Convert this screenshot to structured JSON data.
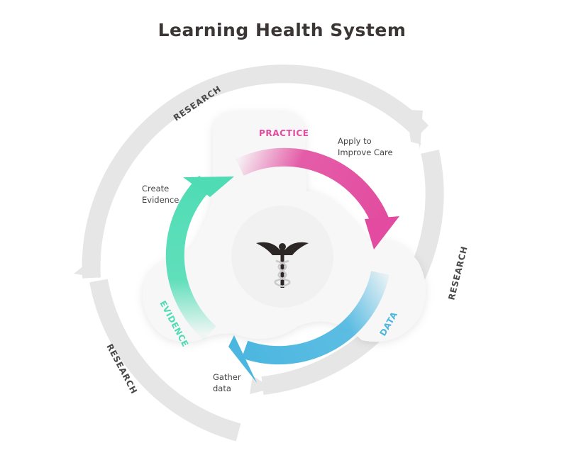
{
  "title": "Learning Health System",
  "stages": {
    "practice": "PRACTICE",
    "data": "DATA",
    "evidence": "EVIDENCE"
  },
  "steps": {
    "apply_line1": "Apply to",
    "apply_line2": "Improve Care",
    "create_line1": "Create",
    "create_line2": "Evidence",
    "gather_line1": "Gather",
    "gather_line2": "data"
  },
  "research_labels": [
    "RESEARCH",
    "RESEARCH",
    "RESEARCH"
  ],
  "colors": {
    "practice": "#e24b9f",
    "data": "#4bb6e0",
    "evidence": "#4fdcb4",
    "outer_ring": "#e3e3e3",
    "text": "#3b3535"
  },
  "icons": [
    "caduceus-icon"
  ]
}
